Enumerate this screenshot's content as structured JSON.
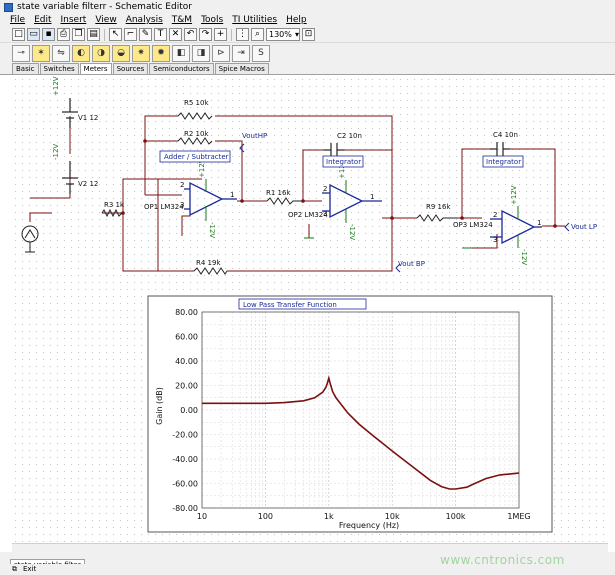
{
  "window": {
    "title": "state variable filterr - Schematic Editor"
  },
  "menu": [
    "File",
    "Edit",
    "Insert",
    "View",
    "Analysis",
    "T&M",
    "Tools",
    "TI Utilities",
    "Help"
  ],
  "toolbar": {
    "zoom_value": "130%"
  },
  "component_tabs": [
    "Basic",
    "Switches",
    "Meters",
    "Sources",
    "Semiconductors",
    "Spice Macros"
  ],
  "schematic": {
    "resistors": {
      "r5": "R5 10k",
      "r2": "R2 10k",
      "r3": "R3 1k",
      "r1": "R1 16k",
      "r9": "R9 16k",
      "r4": "R4 19k"
    },
    "capacitors": {
      "c2": "C2 10n",
      "c4": "C4 10n"
    },
    "sources": {
      "v1": "V1 12",
      "v2": "V2 12",
      "v1_node": "+12V",
      "v2_node": "-12V"
    },
    "opamps": {
      "op1": "OP1 LM324",
      "op2": "OP2 LM324",
      "op3": "OP3 LM324"
    },
    "supply_labels": {
      "pos": "+12V",
      "neg": "-12V"
    },
    "pin_labels": {
      "one": "1",
      "two": "2",
      "three": "3"
    },
    "blocks": {
      "adder": "Adder / Subtracter",
      "integrator1": "Integrator",
      "integrator2": "Integrator"
    },
    "outputs": {
      "hp": "VoutHP",
      "bp": "Vout BP",
      "lp": "Vout LP"
    }
  },
  "chart_data": {
    "type": "line",
    "title": "Low Pass Transfer Function",
    "xlabel": "Frequency (Hz)",
    "ylabel": "Gain (dB)",
    "x_scale": "log",
    "xlim": [
      10,
      1000000
    ],
    "ylim": [
      -80,
      80
    ],
    "grid": true,
    "x_ticks": [
      "10",
      "100",
      "1k",
      "10k",
      "100k",
      "1MEG"
    ],
    "y_ticks": [
      "80.00",
      "60.00",
      "40.00",
      "20.00",
      "0.00",
      "-20.00",
      "-40.00",
      "-60.00",
      "-80.00"
    ],
    "color": "#7a1010",
    "series": [
      {
        "x": [
          10,
          30,
          100,
          200,
          400,
          600,
          800,
          900,
          950,
          1000,
          1050,
          1150,
          1300,
          1600,
          2000,
          3000,
          5000,
          10000,
          20000,
          40000,
          60000,
          80000,
          100000,
          150000,
          200000,
          300000,
          500000,
          1000000
        ],
        "y": [
          5.5,
          5.5,
          5.5,
          6.0,
          7.5,
          10.0,
          14.5,
          18.5,
          22.0,
          26.0,
          22.0,
          15.0,
          10.0,
          4.0,
          -2.5,
          -11.5,
          -21.0,
          -33.5,
          -45.5,
          -57.5,
          -62.5,
          -64.5,
          -64.5,
          -63.0,
          -60.0,
          -56.0,
          -53.0,
          -51.5
        ]
      }
    ]
  },
  "sheet_tab": "state variable filter",
  "status": {
    "exit": "Exit"
  },
  "watermark": "www.cntronics.com"
}
